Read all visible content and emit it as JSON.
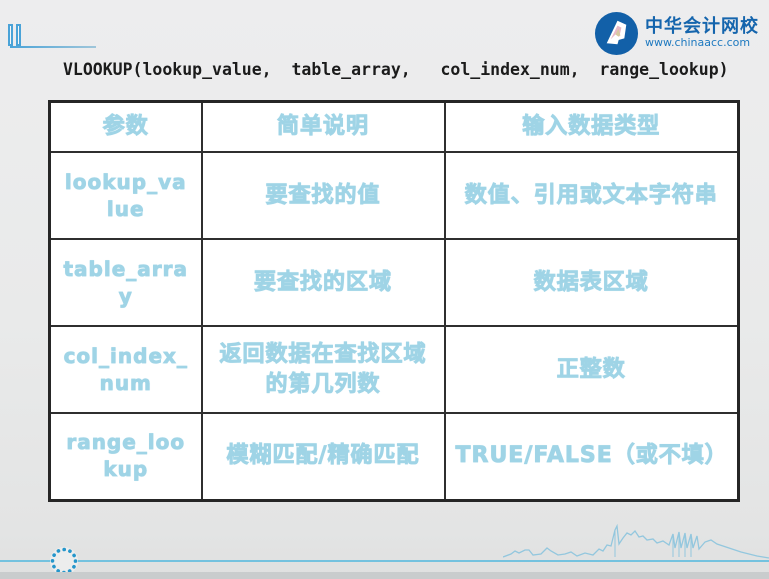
{
  "slide": {
    "title": "VLOOKUP(lookup_value,  table_array,   col_index_num,  range_lookup)"
  },
  "logo": {
    "name": "中华会计网校",
    "website": "www.chinaacc.com"
  },
  "table": {
    "headers": [
      "参数",
      "简单说明",
      "输入数据类型"
    ],
    "rows": [
      [
        "lookup_value",
        "要查找的值",
        "数值、引用或文本字符串"
      ],
      [
        "table_array",
        "要查找的区域",
        "数据表区域"
      ],
      [
        "col_index_num",
        "返回数据在查找区域的第几列数",
        "正整数"
      ],
      [
        "range_lookup",
        "模糊匹配/精确匹配",
        "TRUE/FALSE（或不填）"
      ]
    ]
  },
  "colors": {
    "table_text_blue": "#9fd4e6",
    "logo_blue": "#1565ad",
    "bottom_line_blue": "#74c2df",
    "dot_circle_blue": "#2596cb",
    "table_border": "#2f2f2f"
  }
}
